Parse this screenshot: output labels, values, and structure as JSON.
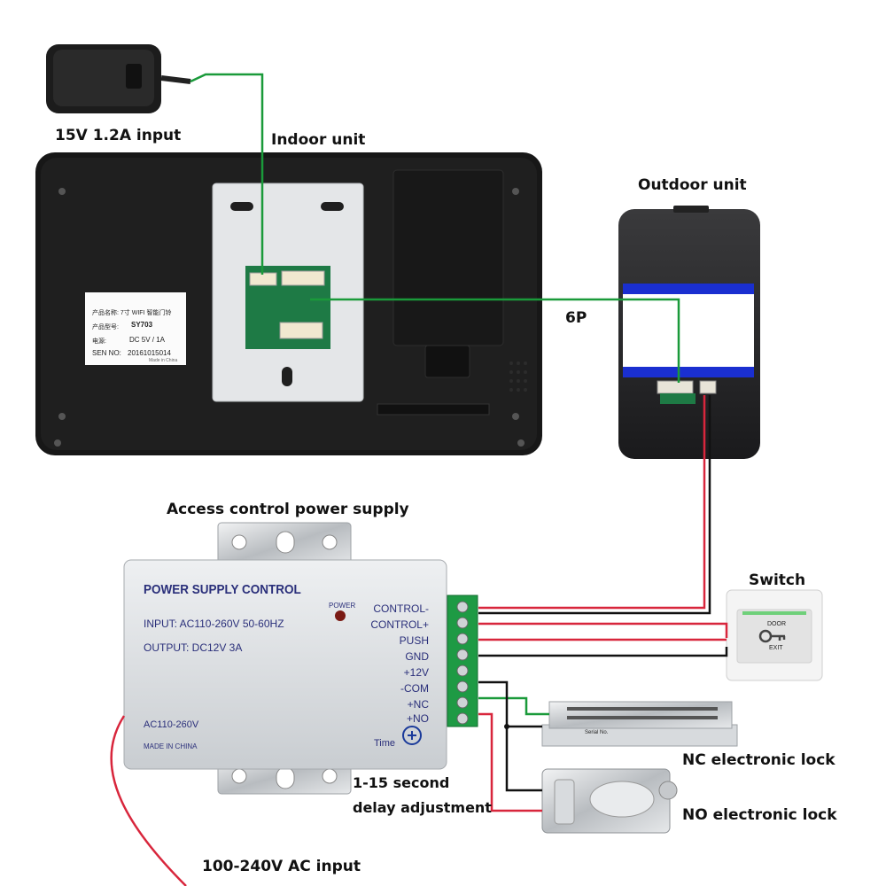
{
  "labels": {
    "adapter_input": "15V 1.2A input",
    "indoor_unit": "Indoor unit",
    "outdoor_unit": "Outdoor unit",
    "cable_6p": "6P",
    "access_power": "Access control power supply",
    "switch": "Switch",
    "nc_lock": "NC electronic lock",
    "no_lock": "NO electronic lock",
    "delay_line1": "1-15 second",
    "delay_line2": "delay adjustment",
    "ac_input": "100-240V AC input"
  },
  "indoor_sticker": {
    "name_cn": "产品名称: 7寸 WIFI 智能门铃",
    "model_label": "产品型号:",
    "model": "SY703",
    "power_label": "电源:",
    "power": "DC 5V / 1A",
    "sen_label": "SEN NO:",
    "sen": "20161015014",
    "made": "Made in China"
  },
  "psu": {
    "title": "POWER SUPPLY CONTROL",
    "input": "INPUT: AC110-260V 50-60HZ",
    "output": "OUTPUT: DC12V 3A",
    "power_led": "POWER",
    "ac": "AC110-260V",
    "made": "MADE IN CHINA",
    "time": "Time",
    "terminals": [
      "CONTROL-",
      "CONTROL+",
      "PUSH",
      "GND",
      "+12V",
      "-COM",
      "+NC",
      "+NO"
    ]
  },
  "exit_button": {
    "top": "DOOR",
    "bottom": "EXIT"
  },
  "nc_lock_serial": "Serial No.",
  "colors": {
    "green_wire": "#1a9a3a",
    "red_wire": "#d8263c",
    "black_wire": "#111111",
    "psu_blue": "#2a2f7a",
    "outdoor_blue": "#1a2fd0"
  }
}
